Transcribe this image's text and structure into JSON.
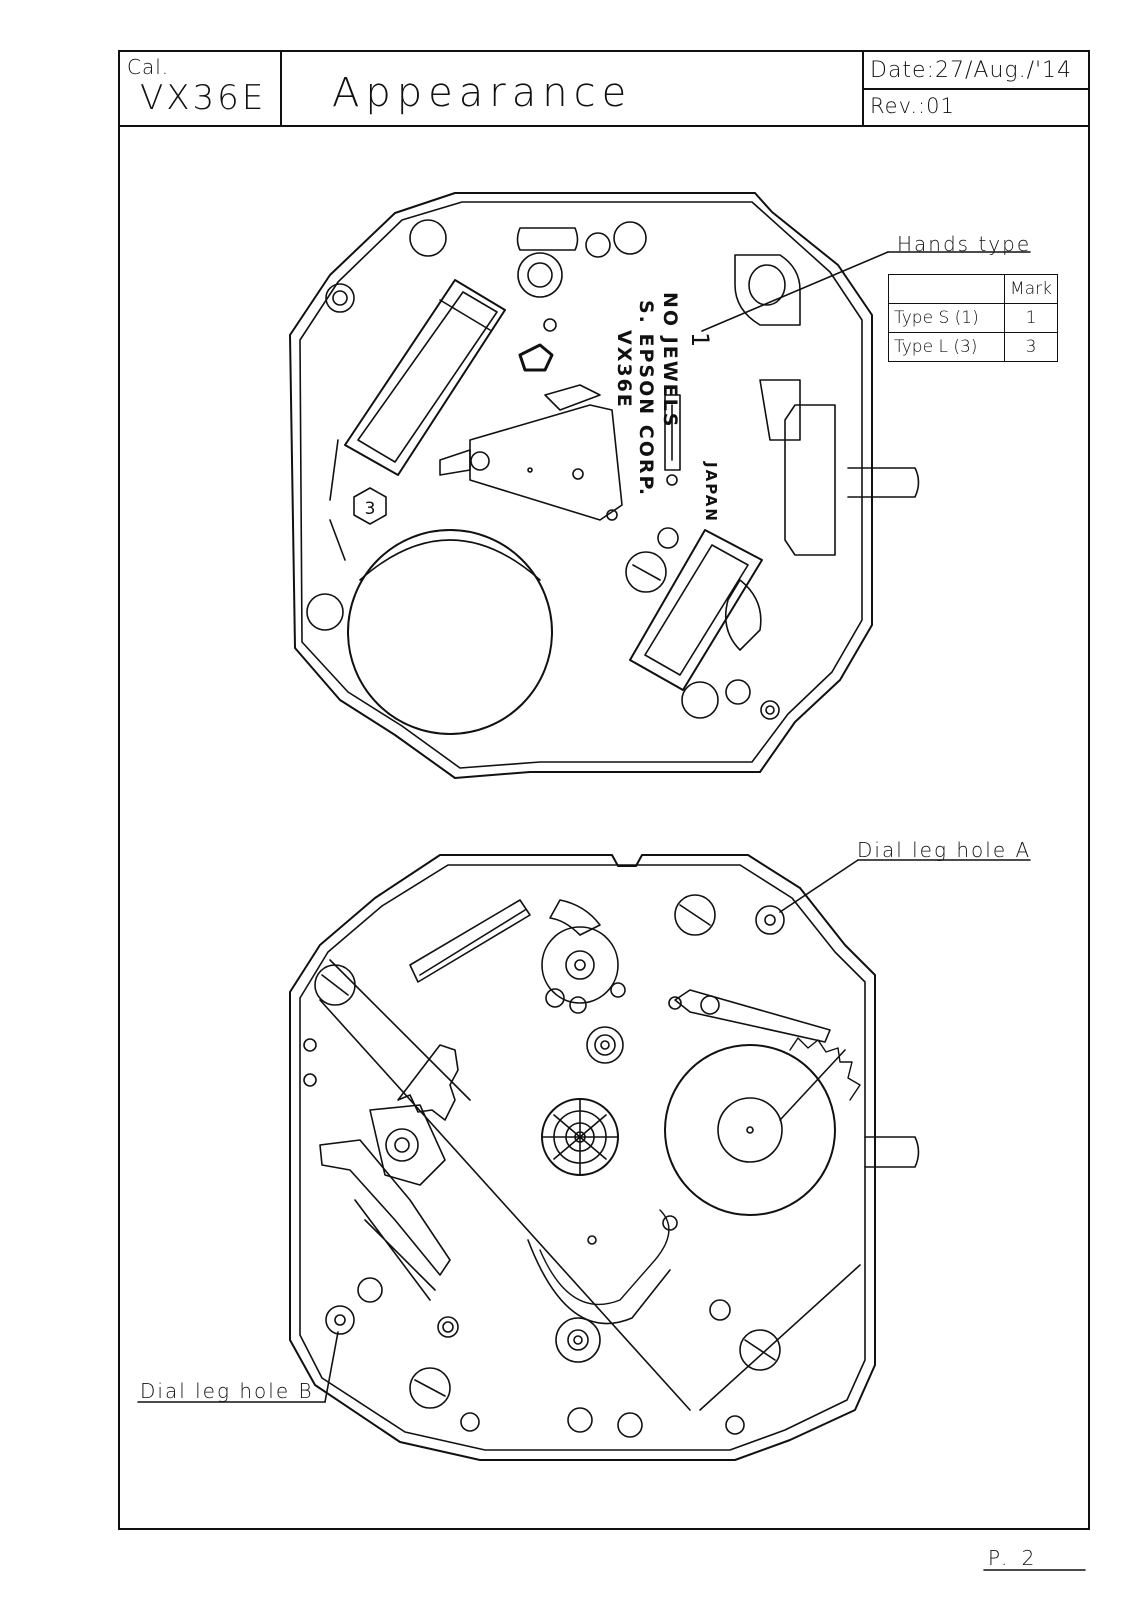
{
  "header": {
    "cal_label": "Cal.",
    "caliber": "VX36E",
    "title": "Appearance",
    "date": "Date:27/Aug./'14",
    "rev": "Rev.:01"
  },
  "top_view": {
    "engravings": {
      "line1": "NO JEWELS",
      "line2": "S. EPSON CORP.",
      "line3": "VX36E",
      "country": "JAPAN",
      "hex_mark": "3",
      "hands_mark": "1"
    },
    "callout_hands_type": "Hands type",
    "hands_table": {
      "header": [
        "",
        "Mark"
      ],
      "rows": [
        {
          "type": "Type S (1)",
          "mark": "1"
        },
        {
          "type": "Type L (3)",
          "mark": "3"
        }
      ]
    }
  },
  "bottom_view": {
    "callout_a": "Dial leg hole A",
    "callout_b": "Dial leg hole B"
  },
  "footer": {
    "page": "P. 2"
  }
}
